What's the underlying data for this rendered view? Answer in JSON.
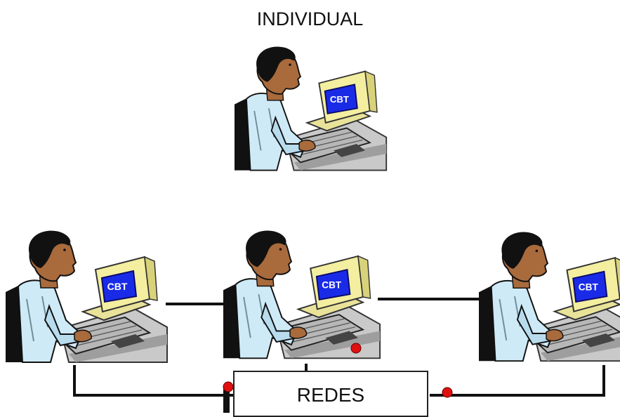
{
  "title": "INDIVIDUAL",
  "network_label": "REDES",
  "screen_label": "CBT",
  "figures": [
    {
      "id": "individual",
      "role": "standalone"
    },
    {
      "id": "left",
      "role": "networked"
    },
    {
      "id": "center",
      "role": "networked"
    },
    {
      "id": "right",
      "role": "networked"
    }
  ],
  "colors": {
    "screen": "#1a2be8",
    "shirt": "#cfeaf7",
    "skin": "#a96a3c",
    "hair": "#111111",
    "monitor": "#f3eea0",
    "desk": "#c9c9c9",
    "connector_dot": "#e01010",
    "line": "#111111"
  }
}
